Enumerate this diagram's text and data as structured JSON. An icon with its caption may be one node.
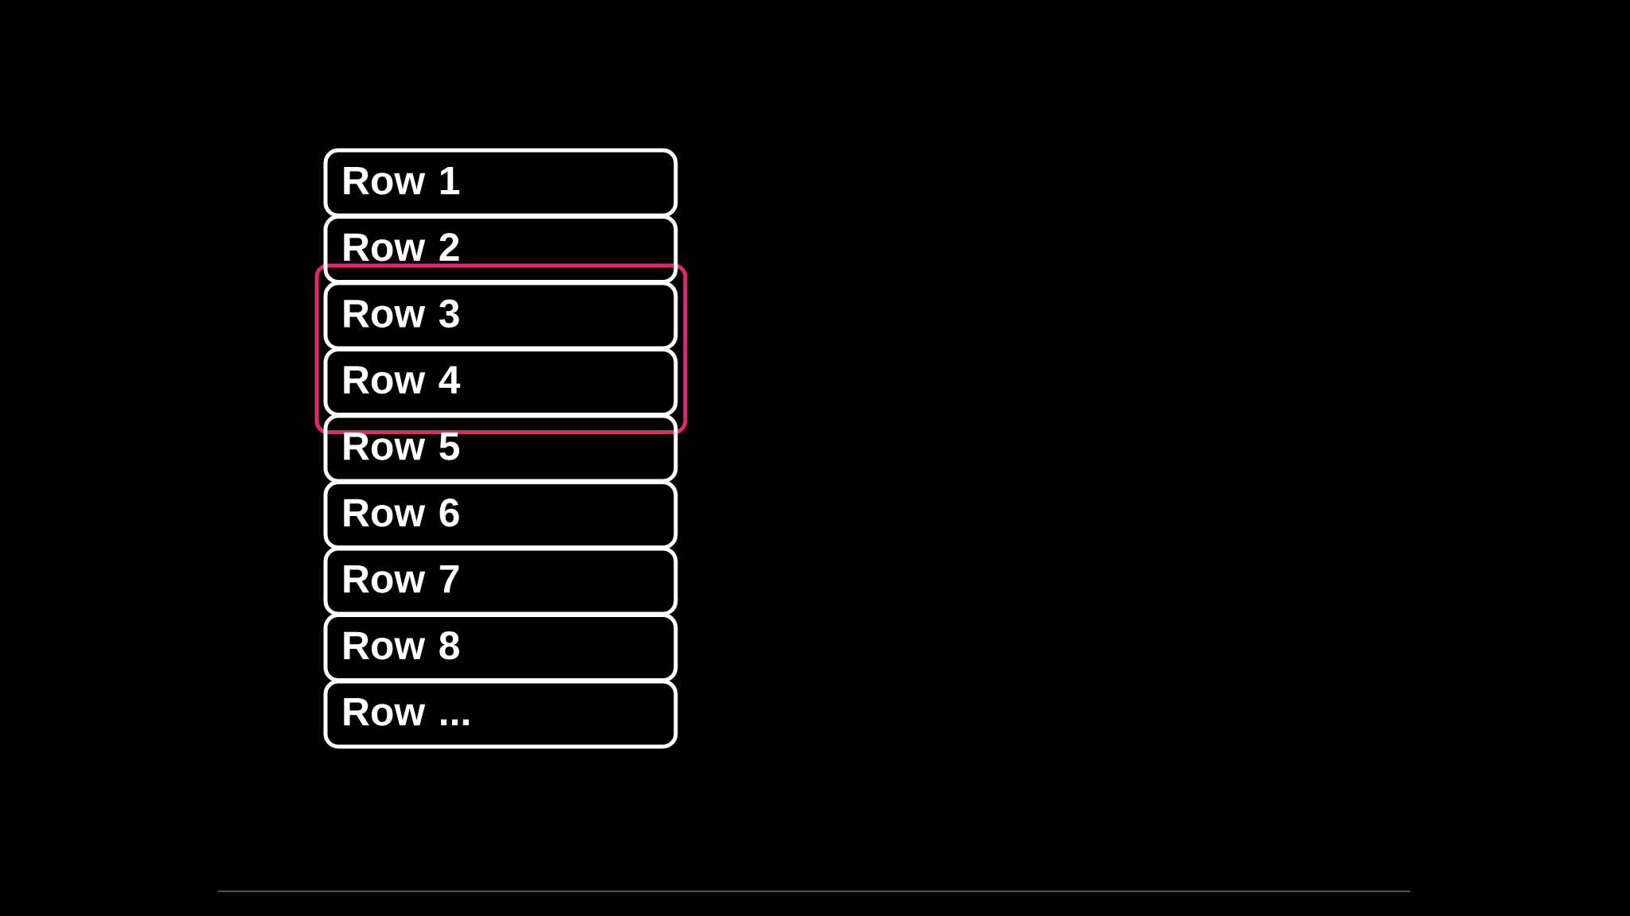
{
  "diagram": {
    "nodes": [
      {
        "text": [],
        "shape": "box"
      },
      {
        "text": [
          "Row 1"
        ]
      },
      {
        "text": [
          "Row 2"
        ]
      },
      {
        "text": [
          "Row 3"
        ],
        "in": 0
      },
      {
        "text": [
          "Row 4"
        ],
        "in": 0
      },
      {
        "text": [
          "Row 5"
        ]
      },
      {
        "text": [
          "Row 6"
        ]
      },
      {
        "text": [
          "Row 7"
        ]
      },
      {
        "text": [
          "Row 8"
        ]
      },
      {
        "text": [
          "Row ..."
        ]
      }
    ]
  }
}
